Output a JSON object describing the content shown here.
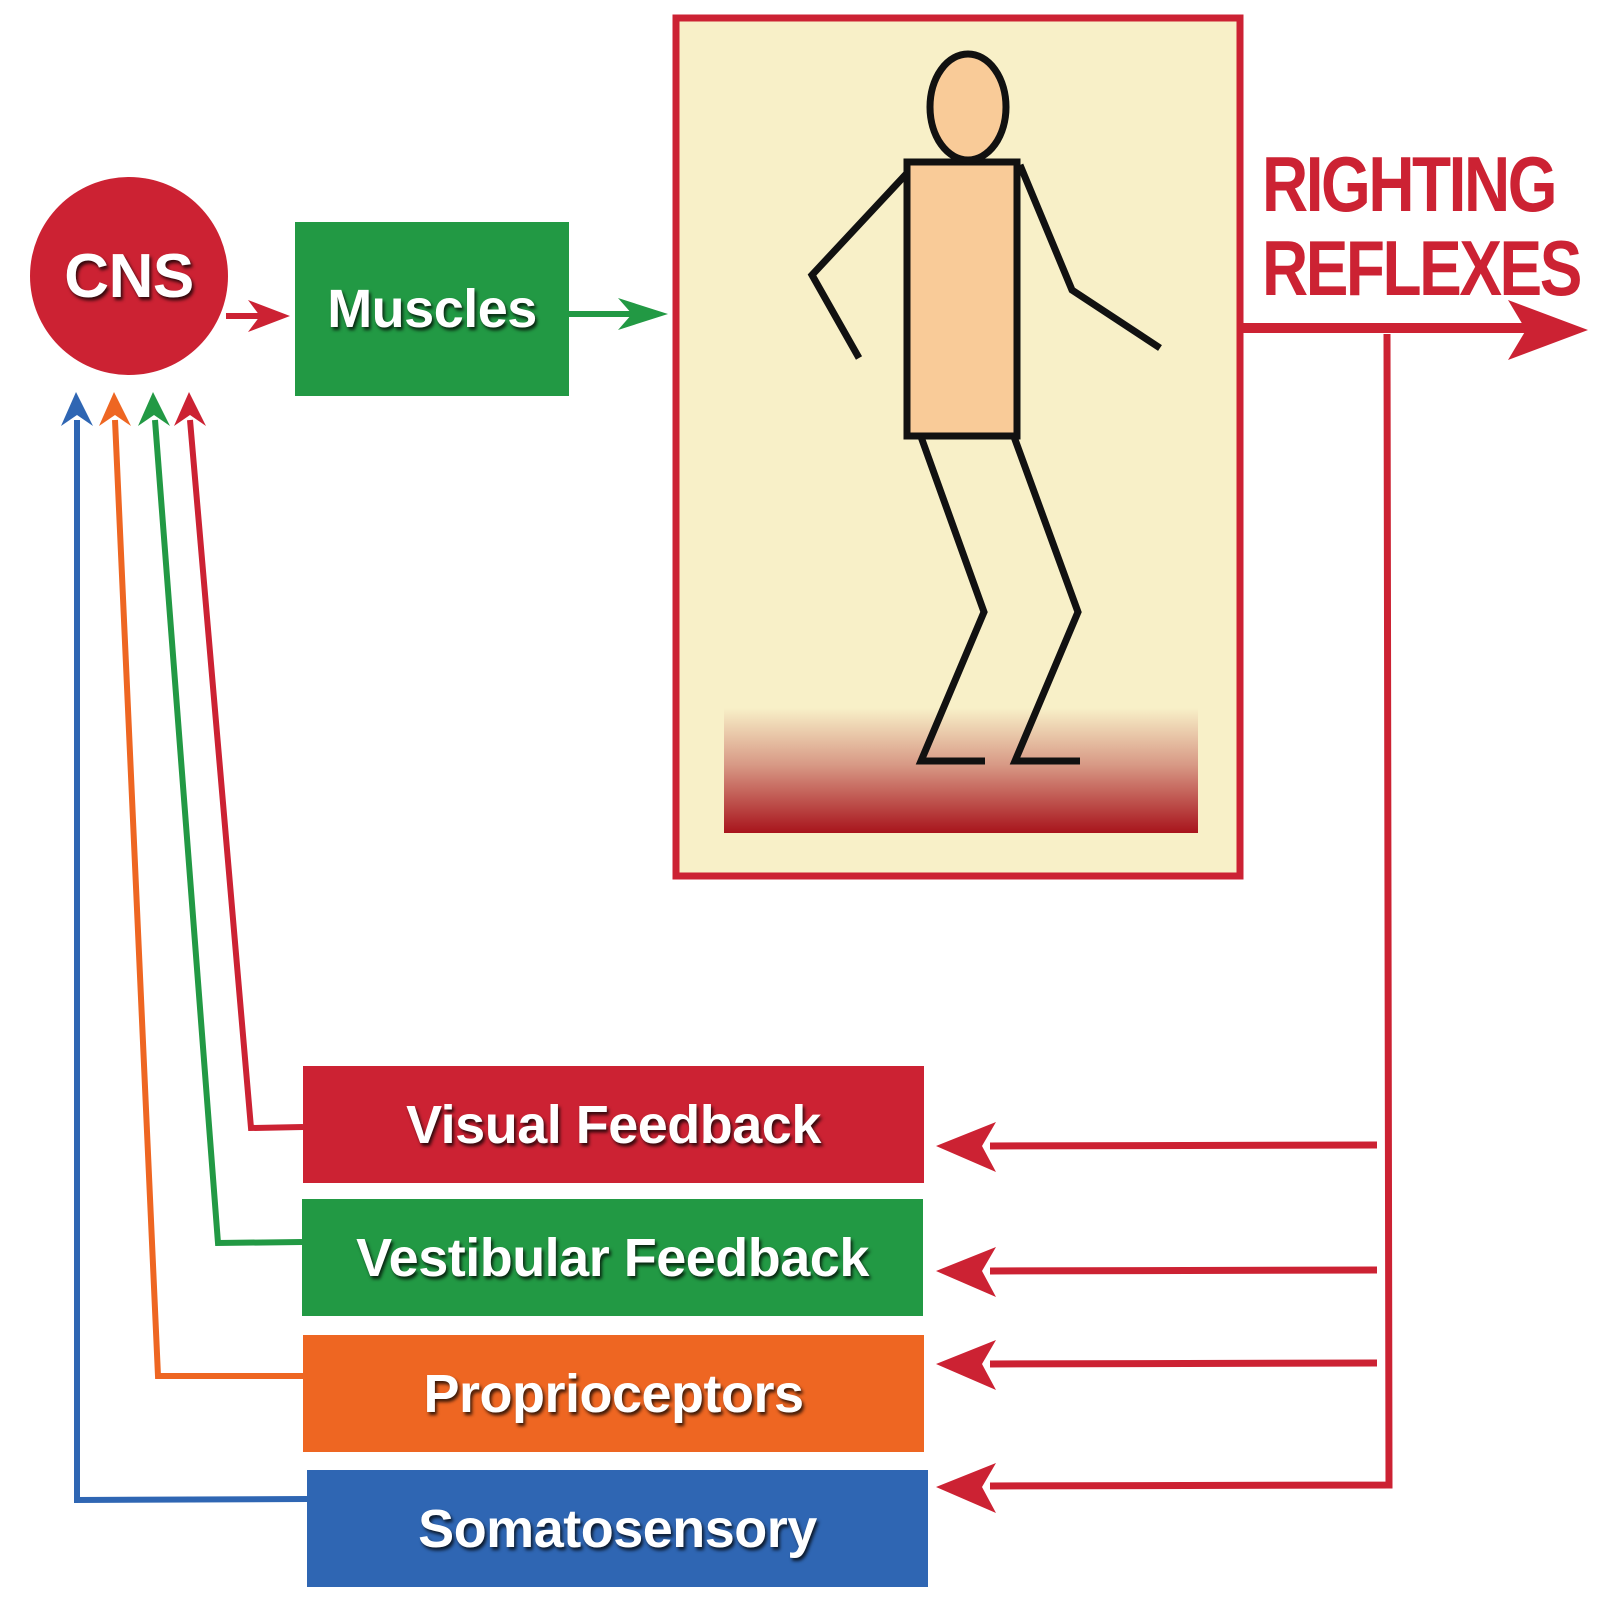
{
  "colors": {
    "red": "#cc2233",
    "green": "#229944",
    "orange": "#ee6622",
    "blue": "#2f66b3",
    "scene_background": "#f8f0c8",
    "skin": "#f9cb98",
    "floor_dark": "#a8141c"
  },
  "cns": {
    "label": "CNS"
  },
  "muscles": {
    "label": "Muscles"
  },
  "righting_reflexes": {
    "line1": "RIGHTING",
    "line2": "REFLEXES"
  },
  "feedback": [
    {
      "label": "Visual Feedback",
      "color": "red"
    },
    {
      "label": "Vestibular Feedback",
      "color": "green"
    },
    {
      "label": "Proprioceptors",
      "color": "orange"
    },
    {
      "label": "Somatosensory",
      "color": "blue"
    }
  ],
  "figure": {
    "icon": "standing-stick-figure-icon"
  },
  "flows": [
    {
      "from": "CNS",
      "to": "Muscles"
    },
    {
      "from": "Muscles",
      "to": "Body"
    },
    {
      "from": "Body",
      "to": "RIGHTING REFLEXES"
    },
    {
      "from": "RIGHTING REFLEXES",
      "to": "Visual Feedback"
    },
    {
      "from": "RIGHTING REFLEXES",
      "to": "Vestibular Feedback"
    },
    {
      "from": "RIGHTING REFLEXES",
      "to": "Proprioceptors"
    },
    {
      "from": "RIGHTING REFLEXES",
      "to": "Somatosensory"
    },
    {
      "from": "Visual Feedback",
      "to": "CNS"
    },
    {
      "from": "Vestibular Feedback",
      "to": "CNS"
    },
    {
      "from": "Proprioceptors",
      "to": "CNS"
    },
    {
      "from": "Somatosensory",
      "to": "CNS"
    }
  ]
}
